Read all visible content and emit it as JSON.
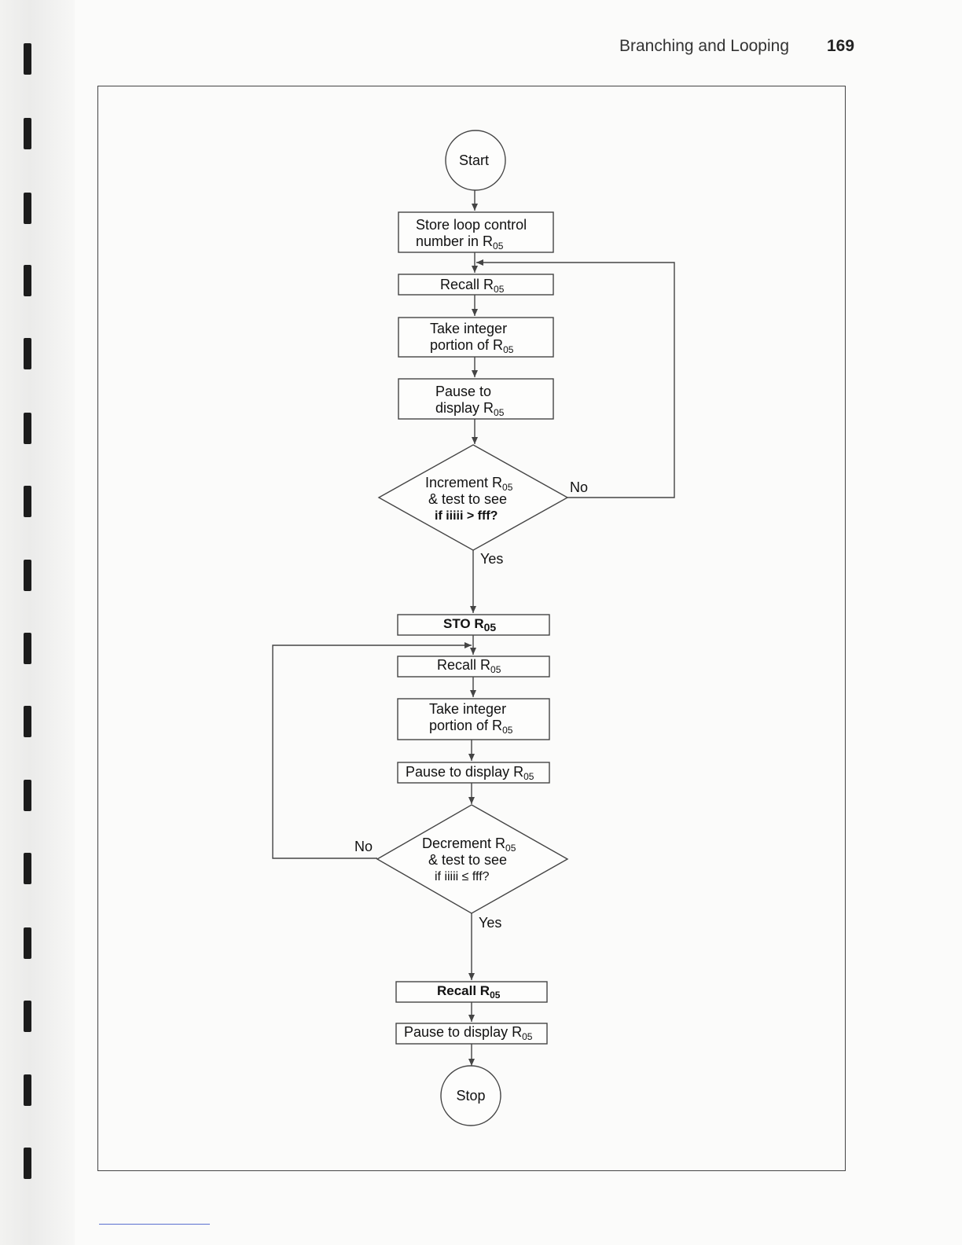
{
  "header": {
    "title": "Branching and Looping",
    "page_number": "169"
  },
  "nodes": {
    "start": "Start",
    "store_line1": "Store loop control",
    "store_line2": "number in R",
    "recall": "Recall R",
    "take_line1": "Take integer",
    "take_line2": "portion of R",
    "pause_line1": "Pause to",
    "pause_line2": "display R",
    "increment_line1": "Increment R",
    "increment_line2": "& test to see",
    "increment_line3": "if iiiii > fff?",
    "sto": "STO R",
    "sto_sub": "05",
    "pause_single": "Pause to display R",
    "decrement_line1": "Decrement R",
    "decrement_line2": "& test to see",
    "decrement_line3": "if iiiii ≤ fff?",
    "stop": "Stop",
    "reg_sub": "05"
  },
  "edge_labels": {
    "no": "No",
    "yes": "Yes"
  }
}
